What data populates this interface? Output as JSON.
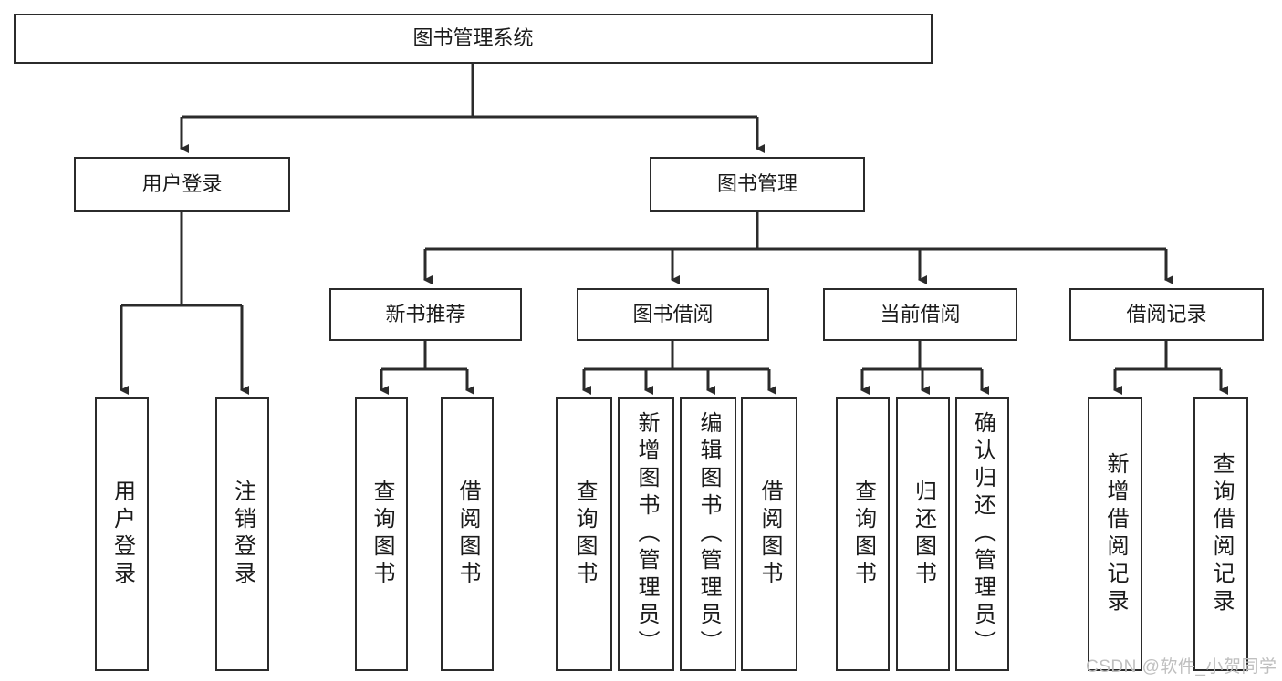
{
  "diagram": {
    "title": "图书管理系统",
    "type": "hierarchy-tree",
    "levels": 4,
    "root": {
      "label": "图书管理系统"
    },
    "level2": [
      {
        "label": "用户登录"
      },
      {
        "label": "图书管理"
      }
    ],
    "level3": [
      {
        "label": "新书推荐"
      },
      {
        "label": "图书借阅"
      },
      {
        "label": "当前借阅"
      },
      {
        "label": "借阅记录"
      }
    ],
    "leaves": {
      "user_login": [
        {
          "label": "用户登录"
        },
        {
          "label": "注销登录"
        }
      ],
      "new_book_recommend": [
        {
          "label": "查询图书"
        },
        {
          "label": "借阅图书"
        }
      ],
      "book_borrow": [
        {
          "label": "查询图书"
        },
        {
          "label": "新增图书（管理员）"
        },
        {
          "label": "编辑图书（管理员）"
        },
        {
          "label": "借阅图书"
        }
      ],
      "current_borrow": [
        {
          "label": "查询图书"
        },
        {
          "label": "归还图书"
        },
        {
          "label": "确认归还（管理员）"
        }
      ],
      "borrow_record": [
        {
          "label": "新增借阅记录"
        },
        {
          "label": "查询借阅记录"
        }
      ]
    }
  },
  "watermark": {
    "text": "CSDN @软件_小贺同学"
  },
  "colors": {
    "stroke": "#2b2b2b",
    "background": "#ffffff",
    "text": "#1a1a1a",
    "watermark": "#bfbfbf"
  }
}
